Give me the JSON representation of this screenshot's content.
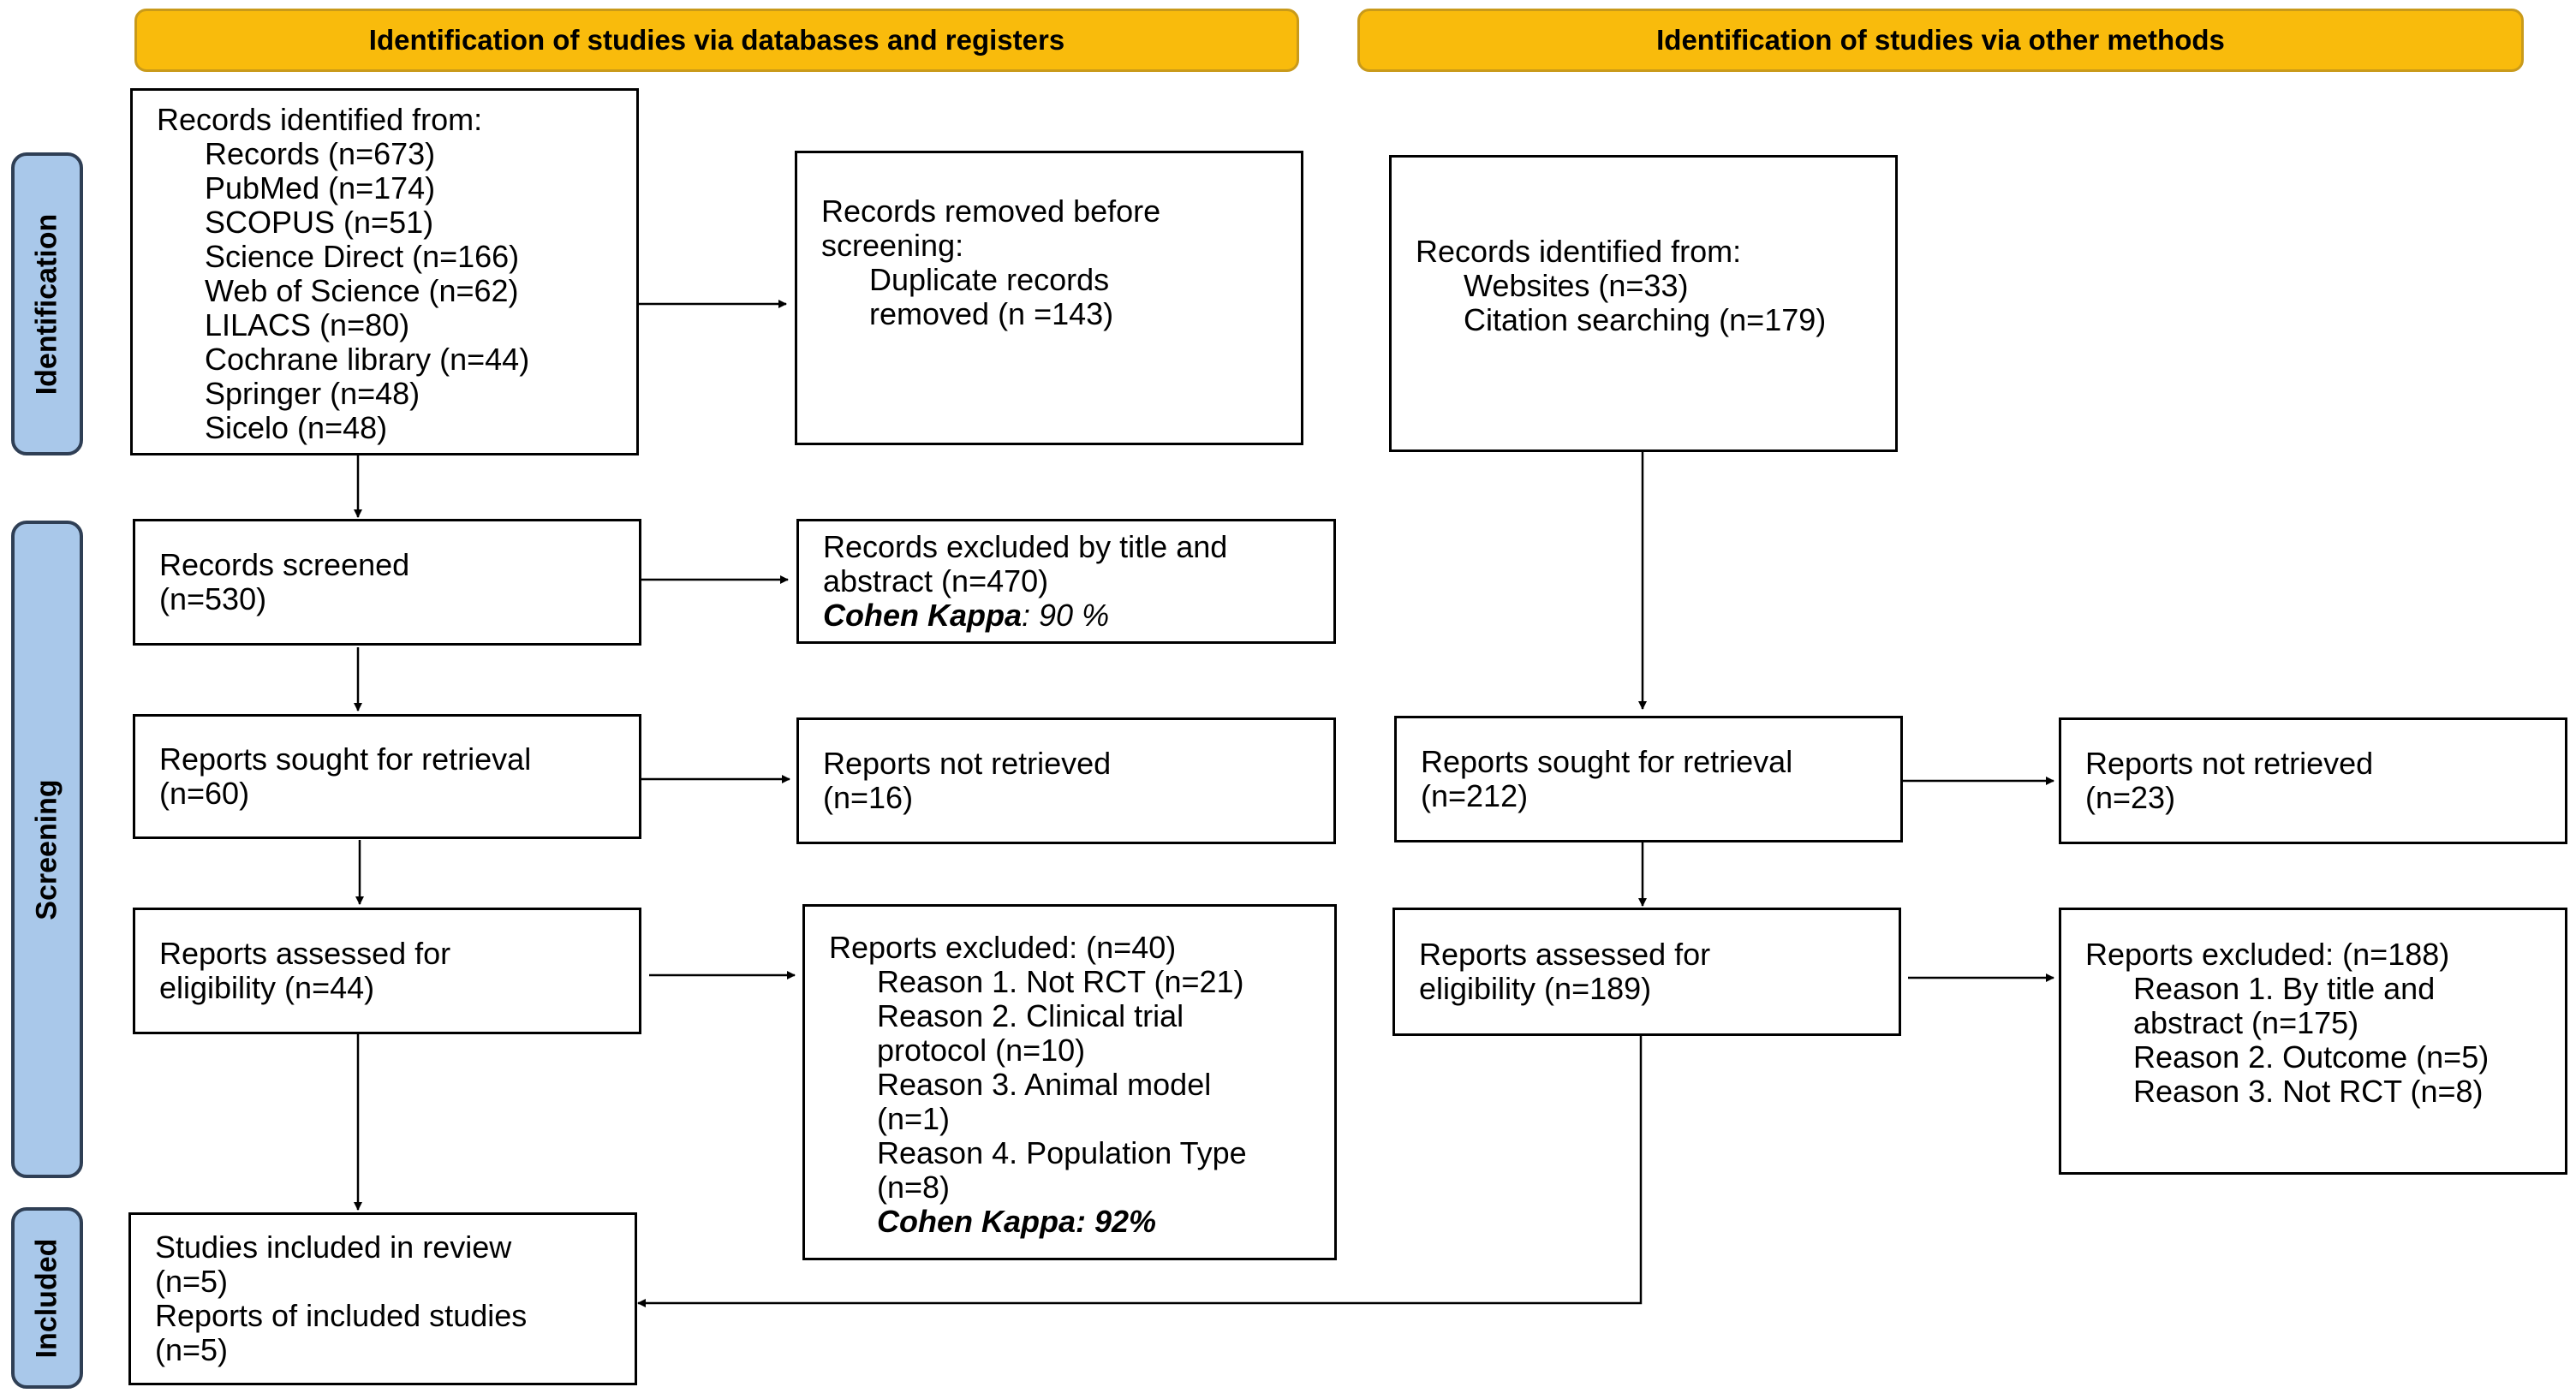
{
  "headers": {
    "databases": "Identification of studies via databases and registers",
    "other": "Identification of studies via other methods"
  },
  "stages": {
    "identification": "Identification",
    "screening": "Screening",
    "included": "Included"
  },
  "left": {
    "identified": {
      "heading": "Records identified from:",
      "items": [
        "Records (n=673)",
        "PubMed (n=174)",
        "SCOPUS (n=51)",
        "Science Direct (n=166)",
        "Web of Science (n=62)",
        "LILACS (n=80)",
        "Cochrane library (n=44)",
        "Springer (n=48)",
        "Sicelo (n=48)"
      ]
    },
    "removed": {
      "line1": "Records removed before",
      "line2": "screening:",
      "line3": "Duplicate records",
      "line4": "removed (n =143)"
    },
    "screened": {
      "line1": "Records screened",
      "line2": "(n=530)"
    },
    "excluded_title": {
      "line1": "Records excluded by title and",
      "line2": "abstract (n=470)",
      "kappa_label": "Cohen Kappa",
      "kappa_value": ": 90 %"
    },
    "sought": {
      "line1": "Reports sought for retrieval",
      "line2": "(n=60)"
    },
    "not_retrieved": {
      "line1": "Reports not retrieved",
      "line2": "(n=16)"
    },
    "assessed": {
      "line1": "Reports assessed for",
      "line2": "eligibility (n=44)"
    },
    "excluded_reports": {
      "heading": "Reports excluded: (n=40)",
      "lines": [
        "Reason 1. Not RCT (n=21)",
        "Reason 2. Clinical trial",
        "protocol (n=10)",
        "Reason 3. Animal model",
        "(n=1)",
        "Reason 4. Population Type",
        "(n=8)"
      ],
      "kappa": "Cohen Kappa: 92%"
    },
    "included": {
      "line1": "Studies included in review",
      "line2": "(n=5)",
      "line3": "Reports of included studies",
      "line4": "(n=5)"
    }
  },
  "right": {
    "identified": {
      "heading": "Records identified from:",
      "items": [
        "Websites (n=33)",
        "Citation searching (n=179)"
      ]
    },
    "sought": {
      "line1": "Reports sought for retrieval",
      "line2": "(n=212)"
    },
    "not_retrieved": {
      "line1": "Reports not retrieved",
      "line2": "(n=23)"
    },
    "assessed": {
      "line1": "Reports assessed for",
      "line2": "eligibility (n=189)"
    },
    "excluded_reports": {
      "heading": "Reports excluded: (n=188)",
      "lines": [
        "Reason 1. By title and",
        "abstract (n=175)",
        "Reason 2. Outcome (n=5)",
        "Reason 3. Not RCT (n=8)"
      ]
    }
  }
}
